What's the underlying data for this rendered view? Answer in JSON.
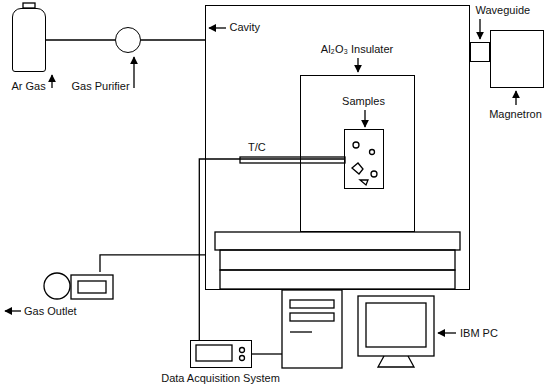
{
  "diagram": {
    "nodes": [
      {
        "text": [
          "Ar Gas"
        ]
      },
      {
        "text": [
          "Gas Purifier"
        ]
      },
      {
        "text": [
          "Cavity"
        ]
      },
      {
        "text": [
          "Al₂O₃ Insulater"
        ],
        "in": 2
      },
      {
        "text": [
          "Samples"
        ],
        "in": 3
      },
      {
        "text": [
          "Waveguide"
        ]
      },
      {
        "text": [
          "Magnetron"
        ]
      },
      {
        "text": [
          "Gas Outlet"
        ]
      },
      {
        "text": [
          "Data Acquisition System"
        ]
      },
      {
        "text": [
          "IBM PC"
        ]
      }
    ],
    "edges": [
      {
        "from": 0,
        "to": 1,
        "arrow": "none"
      },
      {
        "from": 1,
        "to": 2,
        "arrow": "none"
      },
      {
        "from": 7,
        "to": 2,
        "arrow": "none"
      },
      {
        "from": 8,
        "to": 4,
        "arrow": "none"
      },
      {
        "from": 8,
        "to": 9,
        "arrow": "none"
      }
    ],
    "labels": [
      "T/C"
    ]
  }
}
